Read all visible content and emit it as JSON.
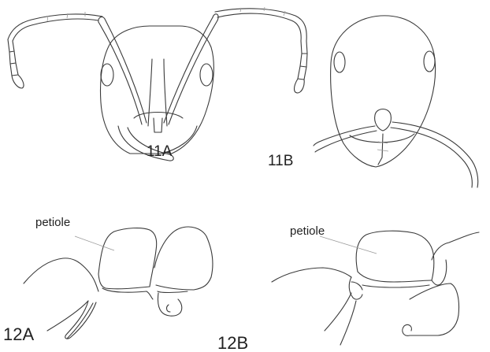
{
  "figures": {
    "fig11a": {
      "label": "11A"
    },
    "fig11b": {
      "label": "11B"
    },
    "fig12a": {
      "label": "12A",
      "callout": "petiole"
    },
    "fig12b": {
      "label": "12B",
      "callout": "petiole"
    }
  },
  "colors": {
    "line": "#3a3a3a",
    "background": "#ffffff"
  }
}
